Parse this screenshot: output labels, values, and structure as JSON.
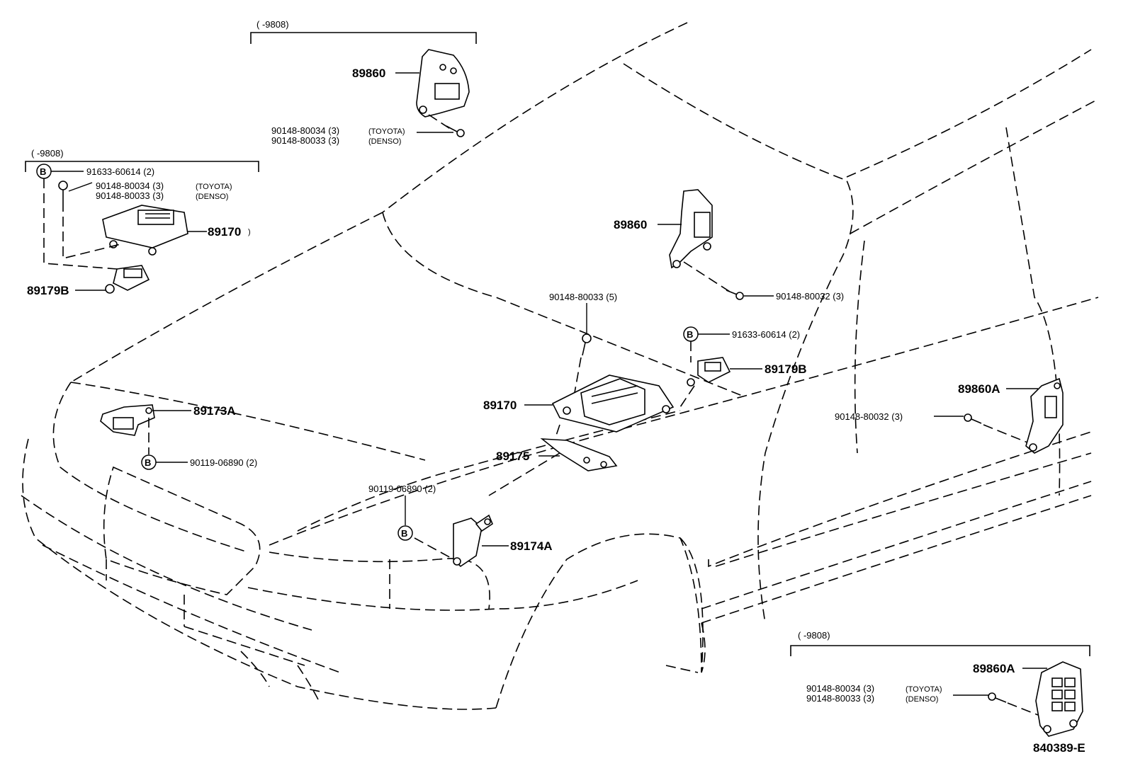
{
  "bracket_labels": {
    "top_center": "(      -9808)",
    "top_left": "(      -9808)",
    "bottom_right": "(      -9808)"
  },
  "parts": {
    "p89860_top": "89860",
    "p89860_mid": "89860",
    "p89170_left": "89170",
    "p89170_left_suffix": ")",
    "p89179b_left": "89179B",
    "p89179b_mid": "89179B",
    "p89170_mid": "89170",
    "p89175": "89175",
    "p89173a": "89173A",
    "p89174a": "89174A",
    "p89860a_right": "89860A",
    "p89860a_bottom": "89860A"
  },
  "fasteners": {
    "top_toyota": "90148-80034 (3)",
    "top_toyota_note": "(TOYOTA)",
    "top_denso": "90148-80033 (3)",
    "top_denso_note": "(DENSO)",
    "left_b_bolt": "91633-60614 (2)",
    "left_toyota": "90148-80034 (3)",
    "left_toyota_note": "(TOYOTA)",
    "left_denso": "90148-80033 (3)",
    "left_denso_note": "(DENSO)",
    "mid_bolt_32": "90148-80032 (3)",
    "center_bolt_33": "90148-80033 (5)",
    "center_b_bolt": "91633-60614 (2)",
    "right_bolt_32": "90148-80032 (3)",
    "left_nut_b": "90119-06890 (2)",
    "center_nut_b": "90119-06890 (2)",
    "bottom_toyota": "90148-80034 (3)",
    "bottom_toyota_note": "(TOYOTA)",
    "bottom_denso": "90148-80033 (3)",
    "bottom_denso_note": "(DENSO)"
  },
  "callout_letter": "B",
  "diagram_code": "840389-E"
}
